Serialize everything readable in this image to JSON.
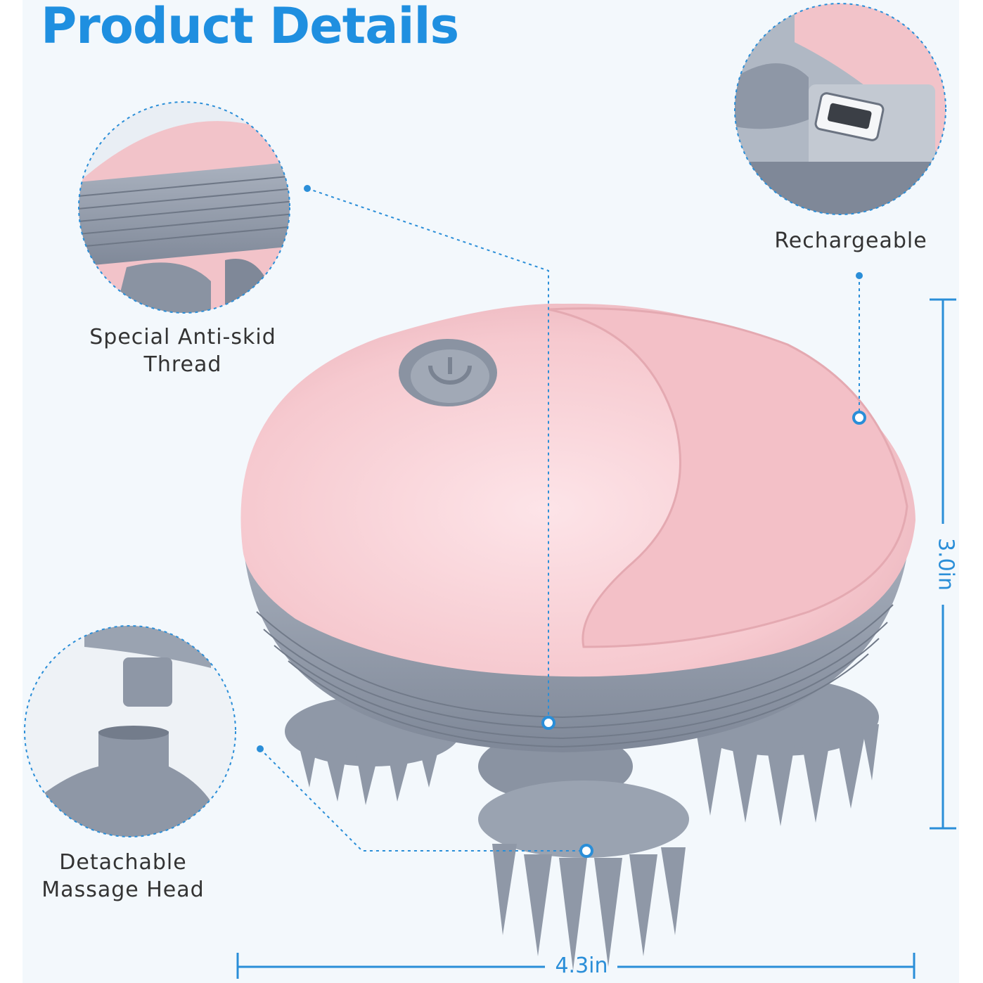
{
  "title": "Product Details",
  "features": {
    "anti_skid": "Special Anti-skid\nThread",
    "rechargeable": "Rechargeable",
    "detachable": "Detachable\nMassage Head"
  },
  "dimensions": {
    "height": "3.0in",
    "width": "4.3in"
  },
  "colors": {
    "accent": "#1f8fe0",
    "shell_pink": "#f6c9cf",
    "body_gray": "#9aa3b1"
  }
}
